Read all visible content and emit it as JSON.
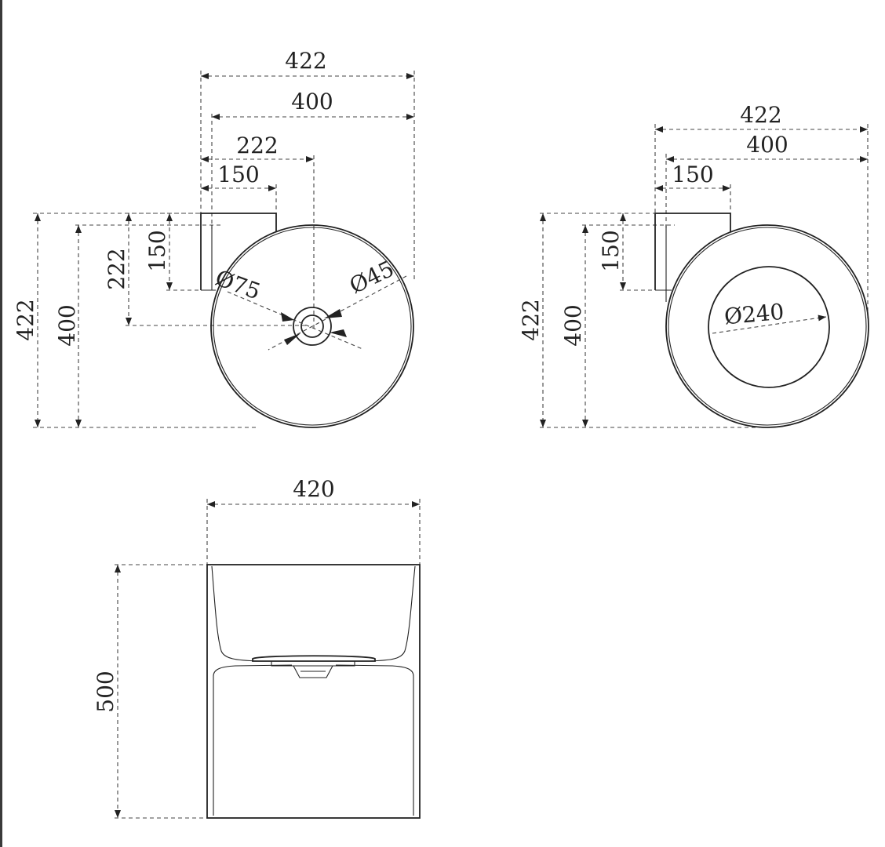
{
  "drawing": {
    "view_top_left": {
      "overall_width": "422",
      "body_width": "400",
      "drain_offset": "222",
      "mount_width": "150",
      "overall_depth": "422",
      "body_depth": "400",
      "drain_depth": "222",
      "mount_depth": "150",
      "diameter_overflow": "Ø75",
      "diameter_drain": "Ø45"
    },
    "view_top_right": {
      "overall_width": "422",
      "body_width": "400",
      "mount_width": "150",
      "overall_depth": "422",
      "body_depth": "400",
      "mount_depth": "150",
      "diameter_bowl": "Ø240"
    },
    "view_front": {
      "width": "420",
      "height": "500"
    }
  }
}
